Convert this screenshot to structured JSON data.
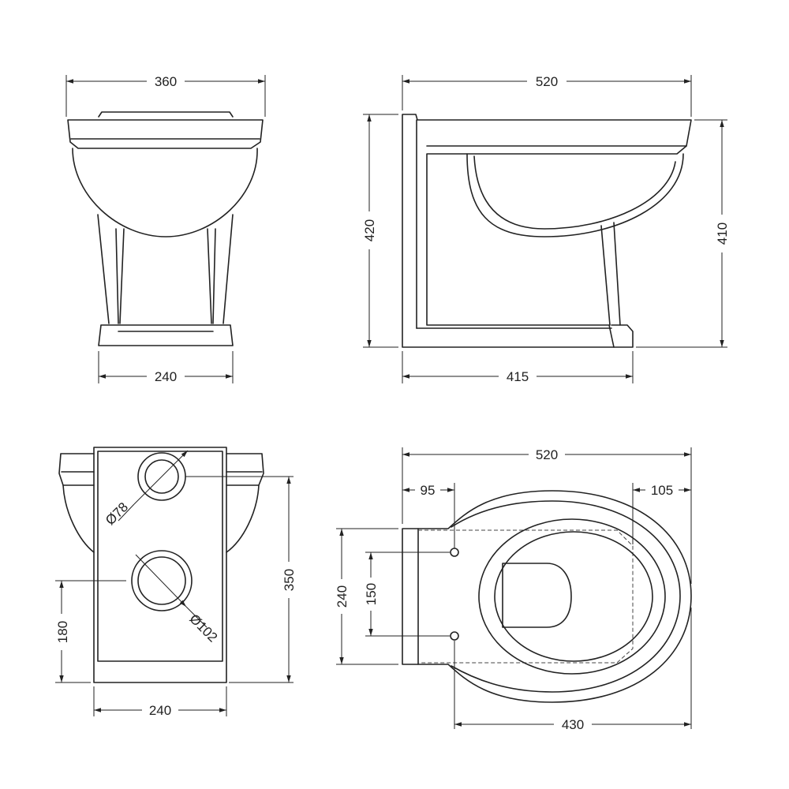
{
  "front_view": {
    "top_width": "360",
    "base_width": "240"
  },
  "side_view": {
    "depth": "520",
    "base_depth": "415",
    "height_total": "420",
    "height_rim": "410"
  },
  "rear_view": {
    "inlet_diameter": "Ø78",
    "outlet_diameter": "Ø102",
    "outlet_height": "180",
    "inlet_height": "350",
    "base_width": "240"
  },
  "plan_view": {
    "depth": "520",
    "seat_offset": "95",
    "front_offset": "105",
    "width": "240",
    "fixing_spacing": "150",
    "fixing_to_front": "430"
  }
}
